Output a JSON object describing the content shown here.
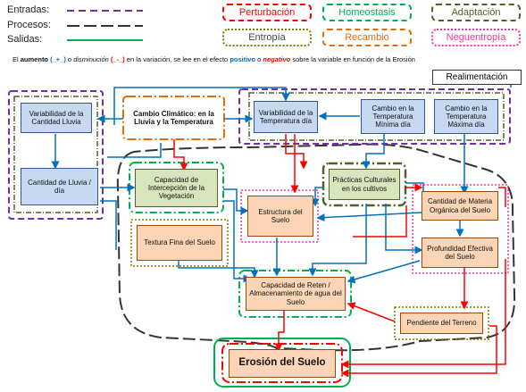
{
  "legend": {
    "entradas": "Entradas:",
    "procesos": "Procesos:",
    "salidas": "Salidas:"
  },
  "tags": {
    "perturbacion": "Perturbación",
    "homeostasis": "Homeostasis",
    "adaptacion": "Adaptación",
    "entropia": "Entropía",
    "recambio": "Recambio",
    "neguentropia": "Neguentropía"
  },
  "note": {
    "p1": "El ",
    "aumento": "aumento",
    "plus": "(_+_)",
    "p2": " o ",
    "disminucion": "disminución",
    "minus": "(_-_)",
    "p3": " en la variación, se lee en el efecto ",
    "positivo": "positivo",
    "p4": " o ",
    "negativo": "negativo",
    "p5": " sobre la variable en función de la Erosión"
  },
  "realimentacion": "Realimentación",
  "nodes": {
    "var_lluvia": "Variabilidad de la Cantidad Lluvia",
    "cambio_climatico": "Cambio Climático: en la Lluvia y la Temperatura",
    "var_temp": "Variabilidad de la Temperatura día",
    "temp_min": "Cambio en la Temperatura Mínima día",
    "temp_max": "Cambio en la Temperatura Máxima día",
    "lluvia_dia": "Cantidad de Lluvia / día",
    "intercepcion": "Capacidad de Intercepción de la Vegetación",
    "practicas": "Prácticas Culturales en los cultivos",
    "estructura": "Estructura del Suelo",
    "materia_organica": "Cantidad de Materia Orgánica del Suelo",
    "textura": "Textura Fina del Suelo",
    "profundidad": "Profundidad Efectiva del Suelo",
    "retencion": "Capacidad de Reten / Almacenamiento de agua del Suelo",
    "pendiente": "Pendiente del Terreno",
    "erosion": "Erosión del Suelo"
  },
  "colors": {
    "entradas": "#7030a0",
    "procesos": "#333333",
    "salidas": "#00b050",
    "perturbacion": "#ff0000",
    "homeostasis": "#00b050",
    "adaptacion": "#4f6228",
    "entropia": "#7f7f00",
    "recambio": "#e46c0a",
    "neguentropia": "#ff3399",
    "arrow_blue": "#0070c0",
    "arrow_red": "#ff0000"
  }
}
